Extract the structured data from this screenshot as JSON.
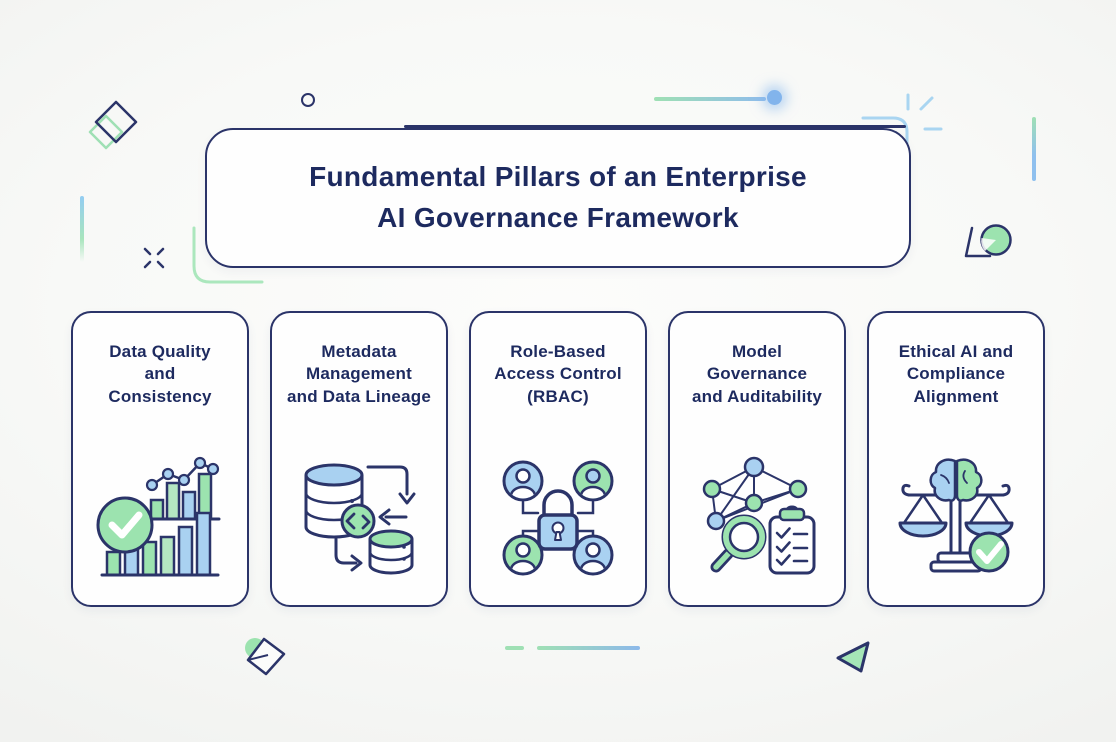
{
  "header": {
    "title_line1": "Fundamental Pillars of an Enterprise",
    "title_line2": "AI Governance Framework"
  },
  "cards": [
    {
      "label": "Data Quality\nand\nConsistency",
      "icon": "bar-chart-check-icon"
    },
    {
      "label": "Metadata\nManagement\nand Data Lineage",
      "icon": "database-lineage-icon"
    },
    {
      "label": "Role-Based\nAccess Control\n(RBAC)",
      "icon": "users-lock-icon"
    },
    {
      "label": "Model\nGovernance\nand Auditability",
      "icon": "network-magnifier-checklist-icon"
    },
    {
      "label": "Ethical AI and\nCompliance\nAlignment",
      "icon": "scales-brain-check-icon"
    }
  ],
  "colors": {
    "navy": "#2b3469",
    "text_navy": "#1d2a5f",
    "green": "#9ce3af",
    "green_light": "#abe7bd",
    "blue": "#a9d1f1",
    "blue_accent": "#8cb9ea",
    "background": "#f8f9f7",
    "card_background": "#fefefe"
  }
}
